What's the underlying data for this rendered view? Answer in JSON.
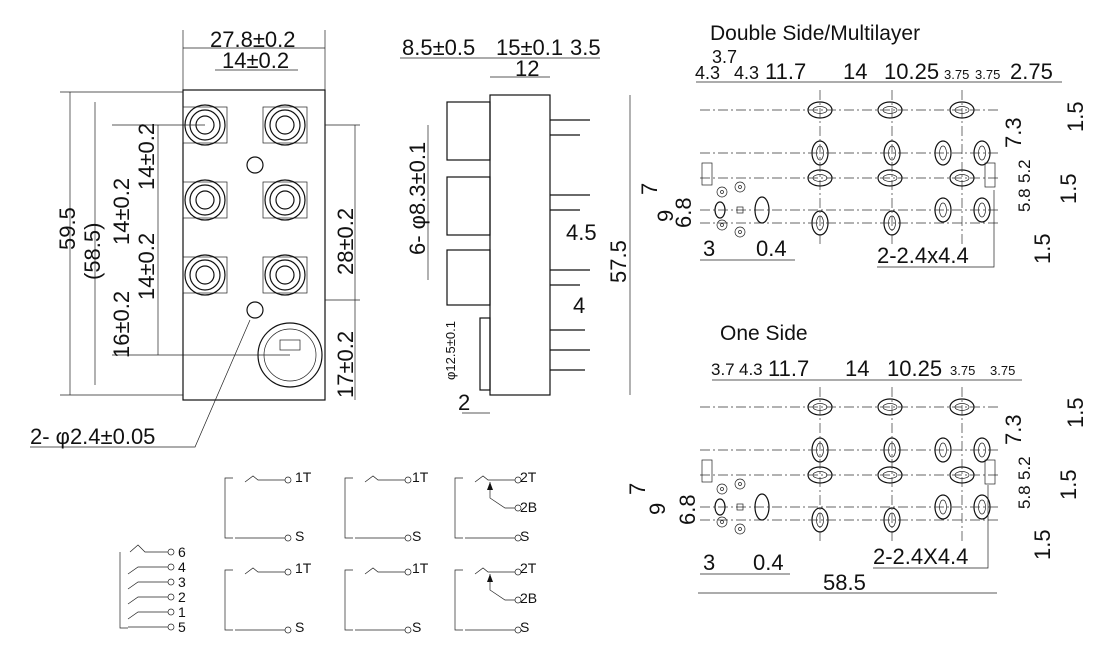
{
  "front_view": {
    "width_total": "27.8±0.2",
    "width_pitch": "14±0.2",
    "height_total": "59.5",
    "height_alt": "(58.5)",
    "pitch_1": "14±0.2",
    "pitch_2": "14±0.2",
    "pitch_3": "14±0.2",
    "pitch_bottom": "16±0.2",
    "span_28": "28±0.2",
    "span_17": "17±0.2",
    "hole_note": "2- φ2.4±0.05"
  },
  "side_view": {
    "d_8_5": "8.5±0.5",
    "d_15": "15±0.1",
    "d_3_5": "3.5",
    "d_12": "12",
    "jack_dia": "6- φ8.3±0.1",
    "d_4_5": "4.5",
    "d_57_5": "57.5",
    "d_4": "4",
    "din_dia": "φ12.5±0.1",
    "d_2": "2"
  },
  "double_side": {
    "title": "Double Side/Multilayer",
    "top_dims": [
      "4.3",
      "3.7",
      "4.3",
      "11.7",
      "14",
      "10.25",
      "3.75",
      "3.75",
      "2.75"
    ],
    "right_dims": [
      "1.5",
      "7.3",
      "5.2",
      "5.8",
      "1.5",
      "1.5"
    ],
    "left_dims": [
      "7",
      "9",
      "6.8"
    ],
    "bottom_dims": [
      "3",
      "0.4"
    ],
    "slot_note": "2-2.4x4.4"
  },
  "one_side": {
    "title": "One Side",
    "top_dims": [
      "3.7",
      "4.3",
      "11.7",
      "14",
      "10.25",
      "3.75",
      "3.75"
    ],
    "right_dims": [
      "1.5",
      "7.3",
      "5.2",
      "5.8",
      "1.5",
      "1.5"
    ],
    "left_dims": [
      "7",
      "9",
      "6.8"
    ],
    "bottom_dims": [
      "3",
      "0.4"
    ],
    "slot_note": "2-2.4X4.4",
    "overall": "58.5"
  },
  "schematic": {
    "din_pins": [
      "6",
      "4",
      "3",
      "2",
      "1",
      "5"
    ],
    "jack_a_tip": "1T",
    "jack_a_sleeve": "S",
    "jack_b_tip": "1T",
    "jack_b_sleeve": "S",
    "jack_c_tip": "2T",
    "jack_c_break": "2B",
    "jack_c_sleeve": "S",
    "jack_d_tip": "1T",
    "jack_d_sleeve": "S",
    "jack_e_tip": "1T",
    "jack_e_sleeve": "S",
    "jack_f_tip": "2T",
    "jack_f_break": "2B",
    "jack_f_sleeve": "S"
  }
}
